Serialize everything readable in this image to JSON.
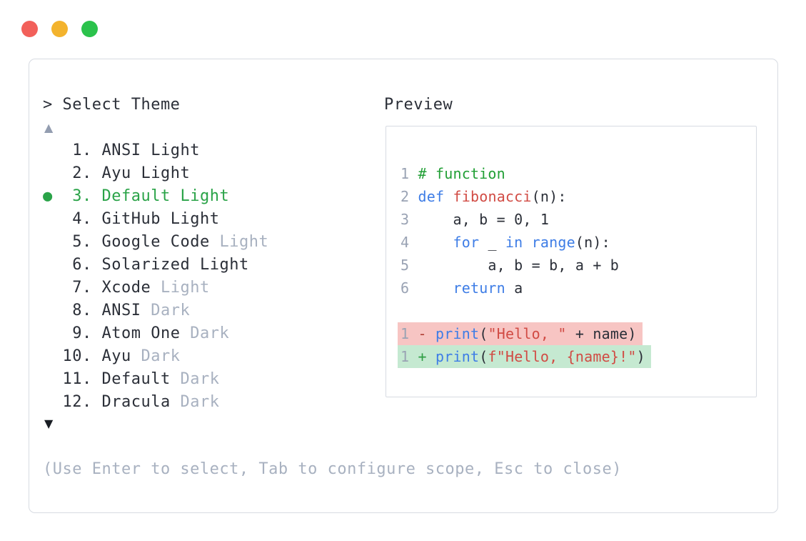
{
  "window": {
    "controls": [
      "close",
      "minimize",
      "maximize"
    ]
  },
  "theme_selector": {
    "prompt": "> Select Theme",
    "scroll_up_indicator": "▲",
    "scroll_down_indicator": "▼",
    "selected_bullet": "●",
    "items": [
      {
        "number": "1.",
        "primary": "ANSI Light",
        "secondary": "",
        "selected": false
      },
      {
        "number": "2.",
        "primary": "Ayu Light",
        "secondary": "",
        "selected": false
      },
      {
        "number": "3.",
        "primary": "Default Light",
        "secondary": "",
        "selected": true
      },
      {
        "number": "4.",
        "primary": "GitHub Light",
        "secondary": "",
        "selected": false
      },
      {
        "number": "5.",
        "primary": "Google Code",
        "secondary": "Light",
        "selected": false
      },
      {
        "number": "6.",
        "primary": "Solarized Light",
        "secondary": "",
        "selected": false
      },
      {
        "number": "7.",
        "primary": "Xcode",
        "secondary": "Light",
        "selected": false
      },
      {
        "number": "8.",
        "primary": "ANSI",
        "secondary": "Dark",
        "selected": false
      },
      {
        "number": "9.",
        "primary": "Atom One",
        "secondary": "Dark",
        "selected": false
      },
      {
        "number": "10.",
        "primary": "Ayu",
        "secondary": "Dark",
        "selected": false
      },
      {
        "number": "11.",
        "primary": "Default",
        "secondary": "Dark",
        "selected": false
      },
      {
        "number": "12.",
        "primary": "Dracula",
        "secondary": "Dark",
        "selected": false
      }
    ],
    "help_text": "(Use Enter to select, Tab to configure scope, Esc to close)"
  },
  "preview": {
    "title": "Preview",
    "code_lines": [
      {
        "tokens": [
          {
            "t": "1",
            "s": "ln"
          },
          {
            "t": " ",
            "s": ""
          },
          {
            "t": "# function",
            "s": "com"
          }
        ]
      },
      {
        "tokens": [
          {
            "t": "2",
            "s": "ln"
          },
          {
            "t": " ",
            "s": ""
          },
          {
            "t": "def",
            "s": "kw"
          },
          {
            "t": " ",
            "s": ""
          },
          {
            "t": "fibonacci",
            "s": "fn"
          },
          {
            "t": "(n):",
            "s": ""
          }
        ]
      },
      {
        "tokens": [
          {
            "t": "3",
            "s": "ln"
          },
          {
            "t": " ",
            "s": ""
          },
          {
            "t": "    a, b = 0, 1",
            "s": ""
          }
        ]
      },
      {
        "tokens": [
          {
            "t": "4",
            "s": "ln"
          },
          {
            "t": " ",
            "s": ""
          },
          {
            "t": "    ",
            "s": ""
          },
          {
            "t": "for",
            "s": "kw"
          },
          {
            "t": " _ ",
            "s": ""
          },
          {
            "t": "in",
            "s": "kw"
          },
          {
            "t": " ",
            "s": ""
          },
          {
            "t": "range",
            "s": "kw"
          },
          {
            "t": "(n):",
            "s": ""
          }
        ]
      },
      {
        "tokens": [
          {
            "t": "5",
            "s": "ln"
          },
          {
            "t": " ",
            "s": ""
          },
          {
            "t": "        a, b = b, a + b",
            "s": ""
          }
        ]
      },
      {
        "tokens": [
          {
            "t": "6",
            "s": "ln"
          },
          {
            "t": " ",
            "s": ""
          },
          {
            "t": "    ",
            "s": ""
          },
          {
            "t": "return",
            "s": "kw"
          },
          {
            "t": " a",
            "s": ""
          }
        ]
      },
      {
        "tokens": []
      },
      {
        "diff": "removed",
        "tokens": [
          {
            "t": "1",
            "s": "ln"
          },
          {
            "t": " ",
            "s": ""
          },
          {
            "t": "-",
            "s": "min"
          },
          {
            "t": " ",
            "s": ""
          },
          {
            "t": "print",
            "s": "kw"
          },
          {
            "t": "(",
            "s": ""
          },
          {
            "t": "\"Hello, \"",
            "s": "str"
          },
          {
            "t": " + name)",
            "s": ""
          }
        ]
      },
      {
        "diff": "added",
        "tokens": [
          {
            "t": "1",
            "s": "ln"
          },
          {
            "t": " ",
            "s": ""
          },
          {
            "t": "+",
            "s": "plus"
          },
          {
            "t": " ",
            "s": ""
          },
          {
            "t": "print",
            "s": "kw"
          },
          {
            "t": "(",
            "s": ""
          },
          {
            "t": "f\"Hello, {name}!\"",
            "s": "str"
          },
          {
            "t": ")",
            "s": ""
          }
        ]
      }
    ]
  },
  "colors": {
    "border": "#d7dbe2",
    "text_dark": "#2b2f38",
    "text_gray": "#a8b1c0",
    "accent_green": "#2aa348",
    "arrow_muted": "#939db0",
    "arrow_dark": "#191d23",
    "line_number": "#9aa3b4",
    "code_comment": "#219f35",
    "code_keyword": "#3e7de6",
    "code_function": "#d14b44",
    "code_string": "#d14b44",
    "diff_minus": "#b04036",
    "diff_plus": "#2f9e44",
    "diff_removed_bg": "#f7c5c3",
    "diff_added_bg": "#c5e9d1",
    "traffic_red": "#f2605a",
    "traffic_yellow": "#f3b32d",
    "traffic_green": "#2bc24c"
  }
}
